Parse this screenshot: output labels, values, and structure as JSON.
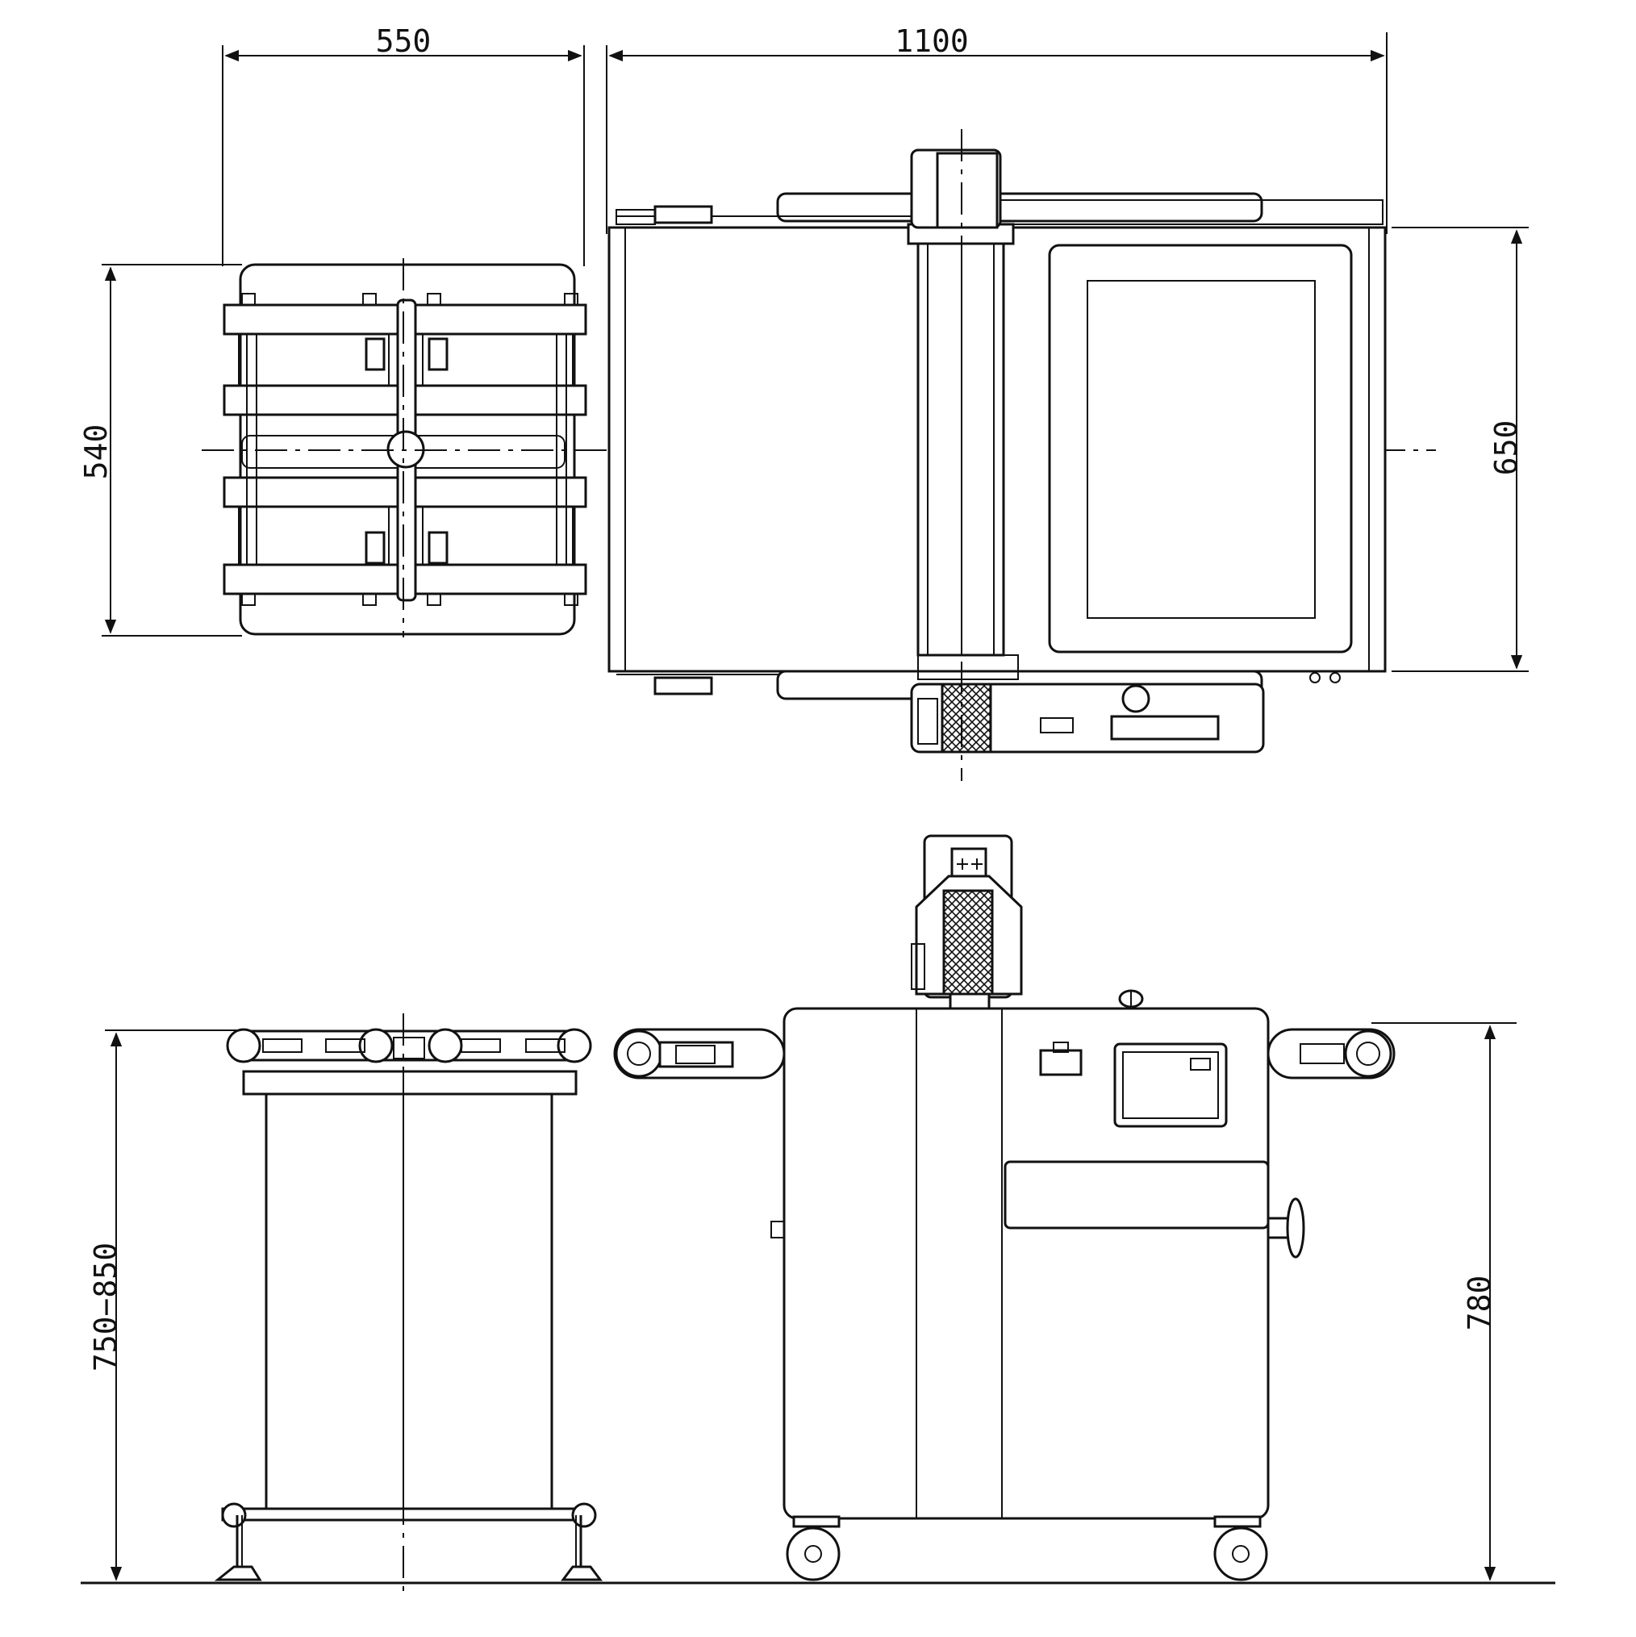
{
  "dimensions": {
    "width_left": "550",
    "width_top": "1100",
    "depth_left": "540",
    "depth_right": "650",
    "height_left": "750−850",
    "height_right": "780"
  },
  "colors": {
    "line": "#111111",
    "paper": "#ffffff"
  }
}
